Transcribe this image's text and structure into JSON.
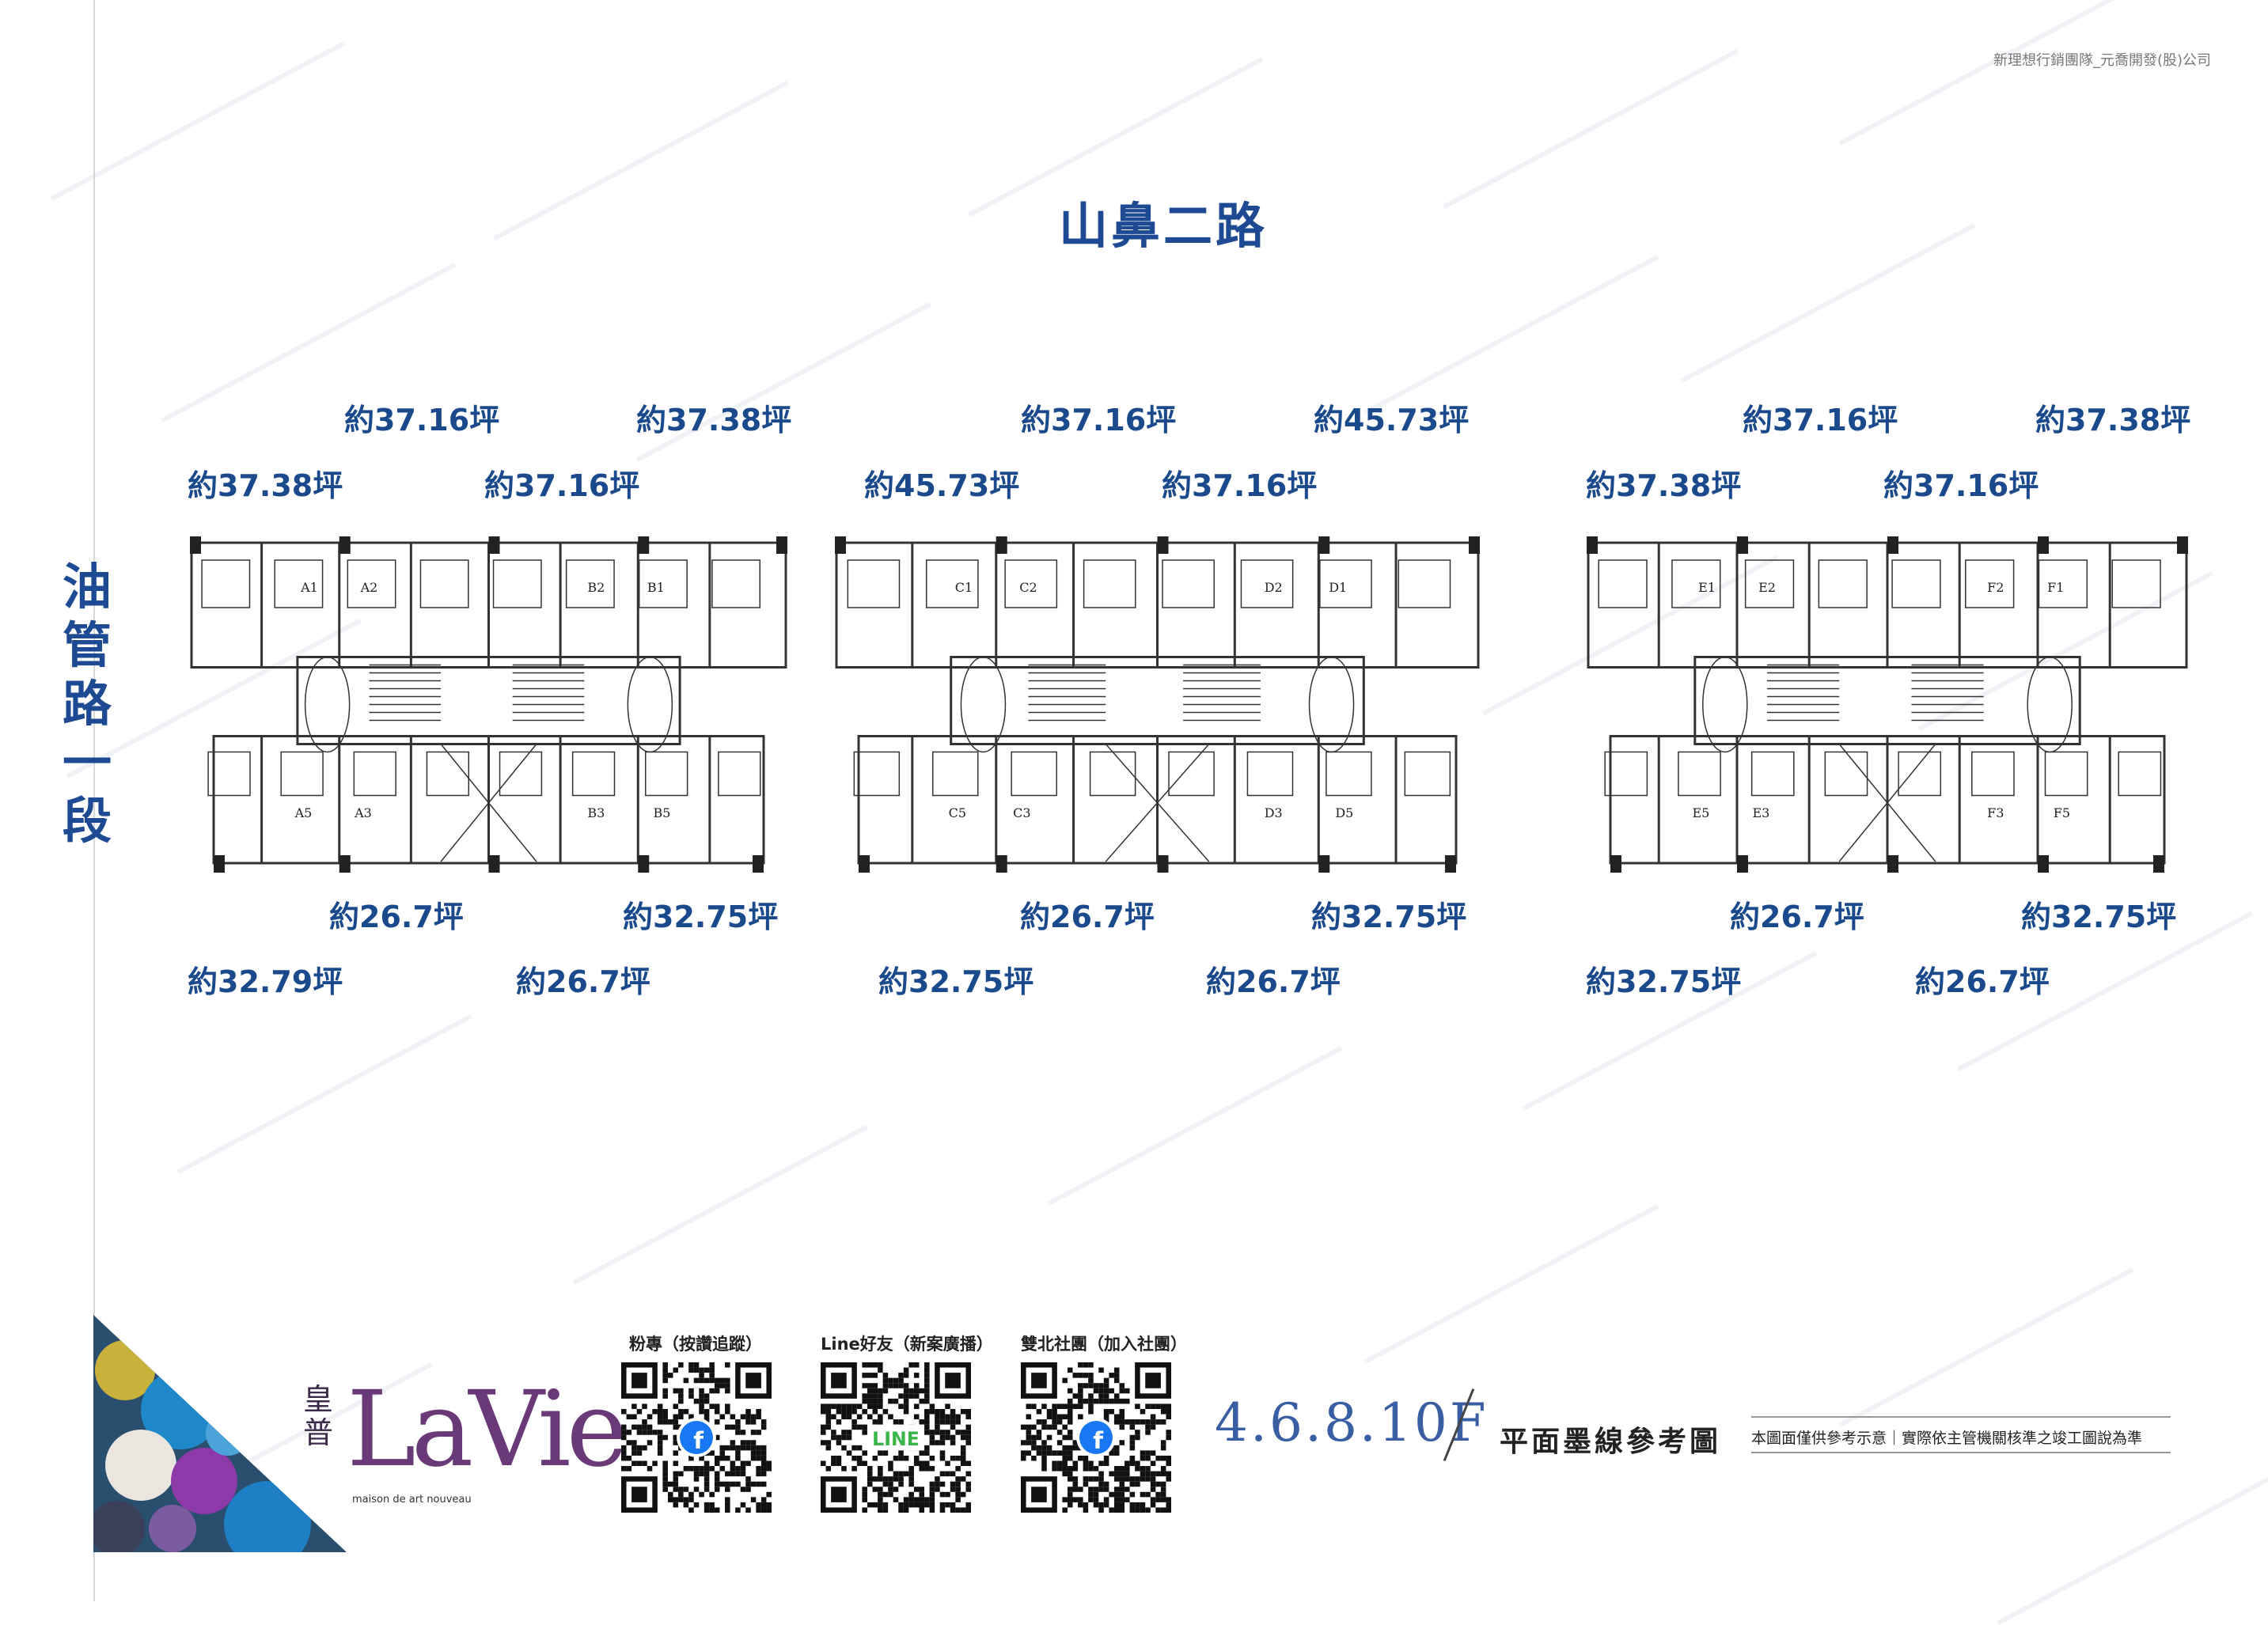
{
  "company": "新理想行銷團隊_元喬開發(股)公司",
  "road_top": "山鼻二路",
  "road_left": "油管路一段",
  "buildings": [
    {
      "areas_top": [
        "約37.16坪",
        "約37.38坪",
        "約37.38坪",
        "約37.16坪"
      ],
      "areas_bottom": [
        "約26.7坪",
        "約32.75坪",
        "約32.79坪",
        "約26.7坪"
      ],
      "units": [
        "A1",
        "A2",
        "B2",
        "B1",
        "A5",
        "A3",
        "B3",
        "B5"
      ]
    },
    {
      "areas_top": [
        "約37.16坪",
        "約45.73坪",
        "約45.73坪",
        "約37.16坪"
      ],
      "areas_bottom": [
        "約26.7坪",
        "約32.75坪",
        "約32.75坪",
        "約26.7坪"
      ],
      "units": [
        "C1",
        "C2",
        "D2",
        "D1",
        "C5",
        "C3",
        "D3",
        "D5"
      ]
    },
    {
      "areas_top": [
        "約37.16坪",
        "約37.38坪",
        "約37.38坪",
        "約37.16坪"
      ],
      "areas_bottom": [
        "約26.7坪",
        "約32.75坪",
        "約32.75坪",
        "約26.7坪"
      ],
      "units": [
        "E1",
        "E2",
        "F2",
        "F1",
        "E5",
        "E3",
        "F3",
        "F5"
      ]
    }
  ],
  "qr": [
    {
      "caption": "粉專（按讚追蹤）",
      "icon": "facebook-icon"
    },
    {
      "caption": "Line好友（新案廣播）",
      "icon": "line-icon",
      "badge": "LINE"
    },
    {
      "caption": "雙北社團（加入社團）",
      "icon": "facebook-icon"
    }
  ],
  "brand": {
    "zh": "皇普",
    "en": "LaVie",
    "sub": "maison de art nouveau"
  },
  "floors": "4.6.8.10F",
  "plan_title": "平面墨線參考圖",
  "disclaimer": "本圖面僅供參考示意｜實際依主管機關核準之竣工圖說為準",
  "colors": {
    "accent": "#1d4a93",
    "line": "#333333",
    "facebook": "#1877f2",
    "line_green": "#39b54a"
  }
}
